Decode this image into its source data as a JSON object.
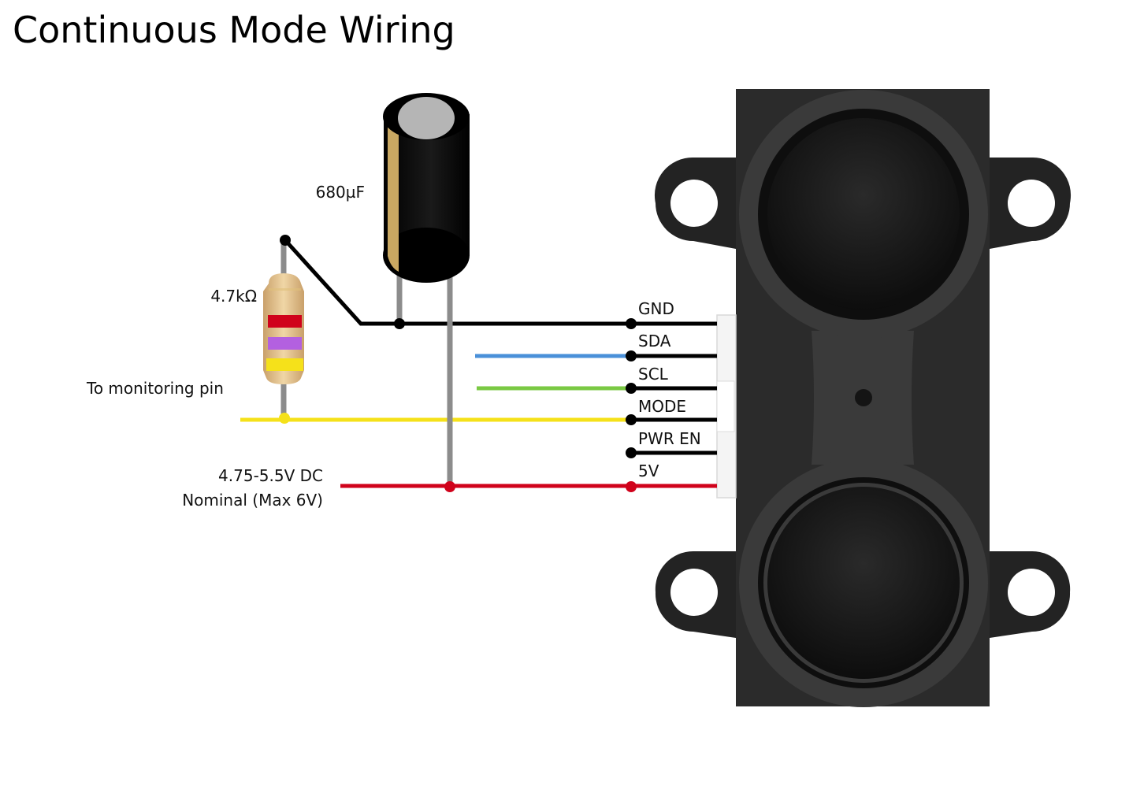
{
  "title": "Continuous Mode Wiring",
  "components": {
    "capacitor": {
      "label": "680µF"
    },
    "resistor": {
      "label": "4.7kΩ"
    }
  },
  "labels": {
    "monitoring": "To monitoring pin",
    "power_line1": "4.75-5.5V DC",
    "power_line2": "Nominal (Max 6V)"
  },
  "pins": [
    {
      "name": "GND",
      "color": "#000000"
    },
    {
      "name": "SDA",
      "color": "#4a90d9"
    },
    {
      "name": "SCL",
      "color": "#7ac943"
    },
    {
      "name": "MODE",
      "color": "#f5e11a"
    },
    {
      "name": "PWR EN",
      "color": "#000000"
    },
    {
      "name": "5V",
      "color": "#d0021b"
    }
  ],
  "colors": {
    "sensor_body": "#2b2b2b",
    "sensor_lens": "#1a1a1a",
    "lead": "#8c8c8c"
  }
}
